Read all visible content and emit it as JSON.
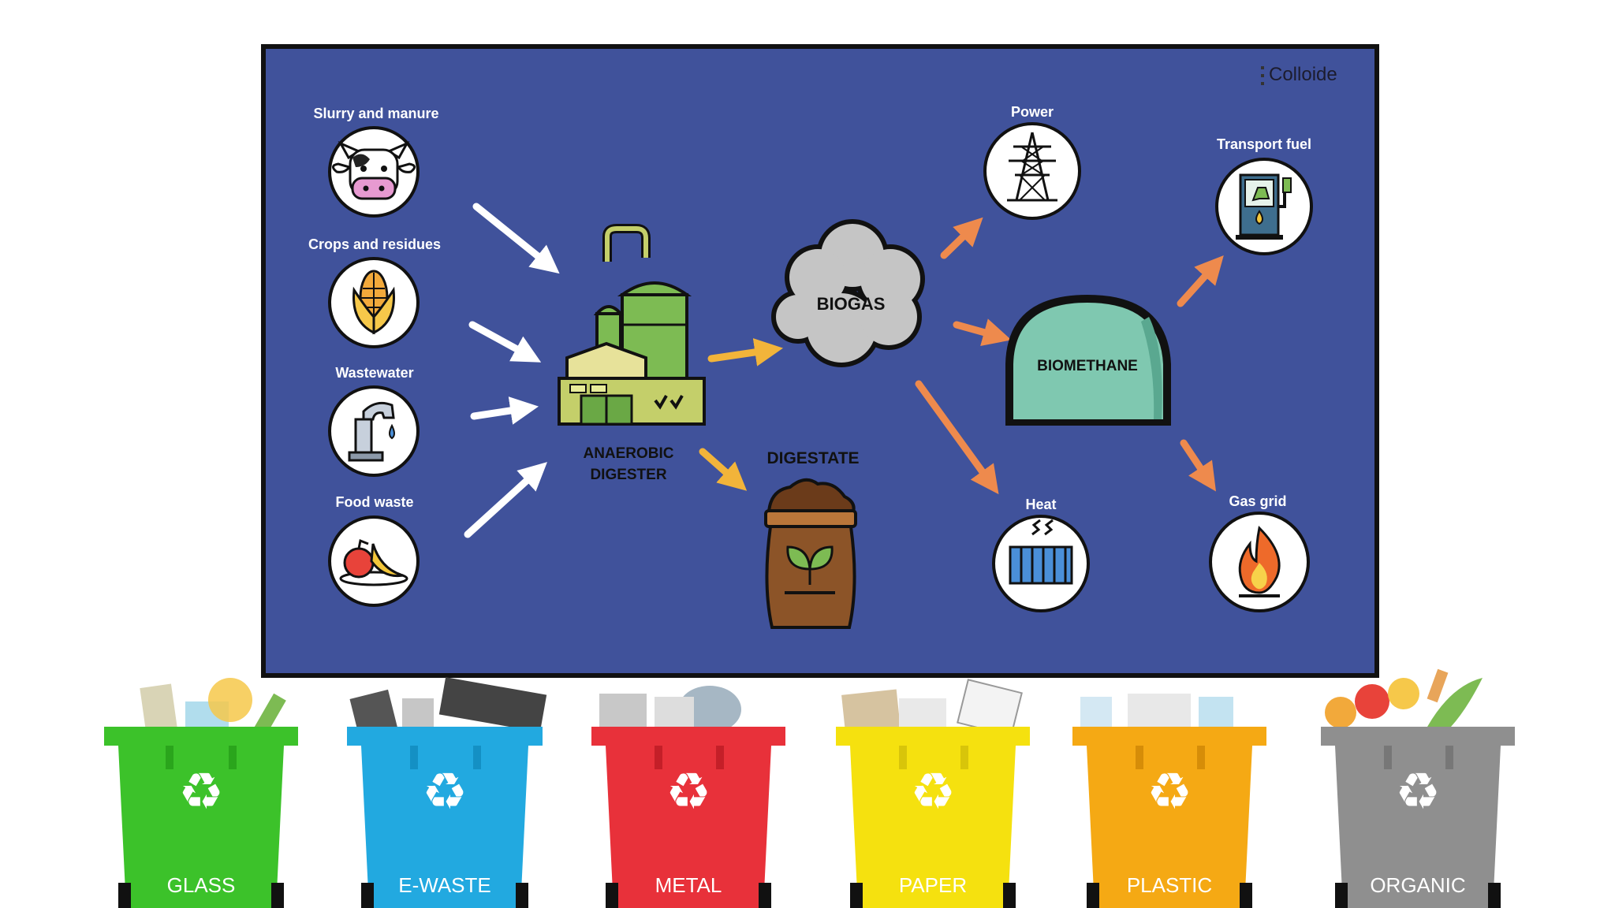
{
  "brand": {
    "name": "Colloide"
  },
  "inputs": [
    {
      "label": "Slurry and manure",
      "icon": "cow-icon"
    },
    {
      "label": "Crops and residues",
      "icon": "corn-icon"
    },
    {
      "label": "Wastewater",
      "icon": "faucet-icon"
    },
    {
      "label": "Food waste",
      "icon": "food-icon"
    }
  ],
  "digester": {
    "line1": "ANAEROBIC",
    "line2": "DIGESTER"
  },
  "biogas": {
    "label": "BIOGAS"
  },
  "digestate": {
    "label": "DIGESTATE"
  },
  "biomethane": {
    "label": "BIOMETHANE"
  },
  "outputs": {
    "power": "Power",
    "transport": "Transport fuel",
    "heat": "Heat",
    "gas_grid": "Gas grid"
  },
  "bins": [
    {
      "label": "GLASS",
      "color": "#3cc22a"
    },
    {
      "label": "E-WASTE",
      "color": "#22a9e0"
    },
    {
      "label": "METAL",
      "color": "#e8313a"
    },
    {
      "label": "PAPER",
      "color": "#f5e10f"
    },
    {
      "label": "PLASTIC",
      "color": "#f5a914"
    },
    {
      "label": "ORGANIC",
      "color": "#8f8f8f"
    }
  ],
  "colors": {
    "panel": "#40529b",
    "arrow_white": "#ffffff",
    "arrow_yellow": "#f2b43a",
    "arrow_orange": "#ee8a4d",
    "biomethane": "#7fc8b0"
  }
}
